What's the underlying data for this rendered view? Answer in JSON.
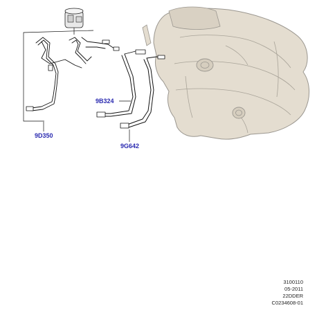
{
  "callouts": {
    "part_1": "9D350",
    "part_2": "9B324",
    "part_3": "9G642"
  },
  "footer": {
    "line_1": "3100110",
    "line_2": "05-2011",
    "line_3": "22DDER",
    "line_4": "C0234608-01"
  },
  "colors": {
    "tank_fill": "#e4ddd0",
    "tank_outline": "#9a968f",
    "pipe": "#111111",
    "callout_text": "#2a2ab0"
  }
}
